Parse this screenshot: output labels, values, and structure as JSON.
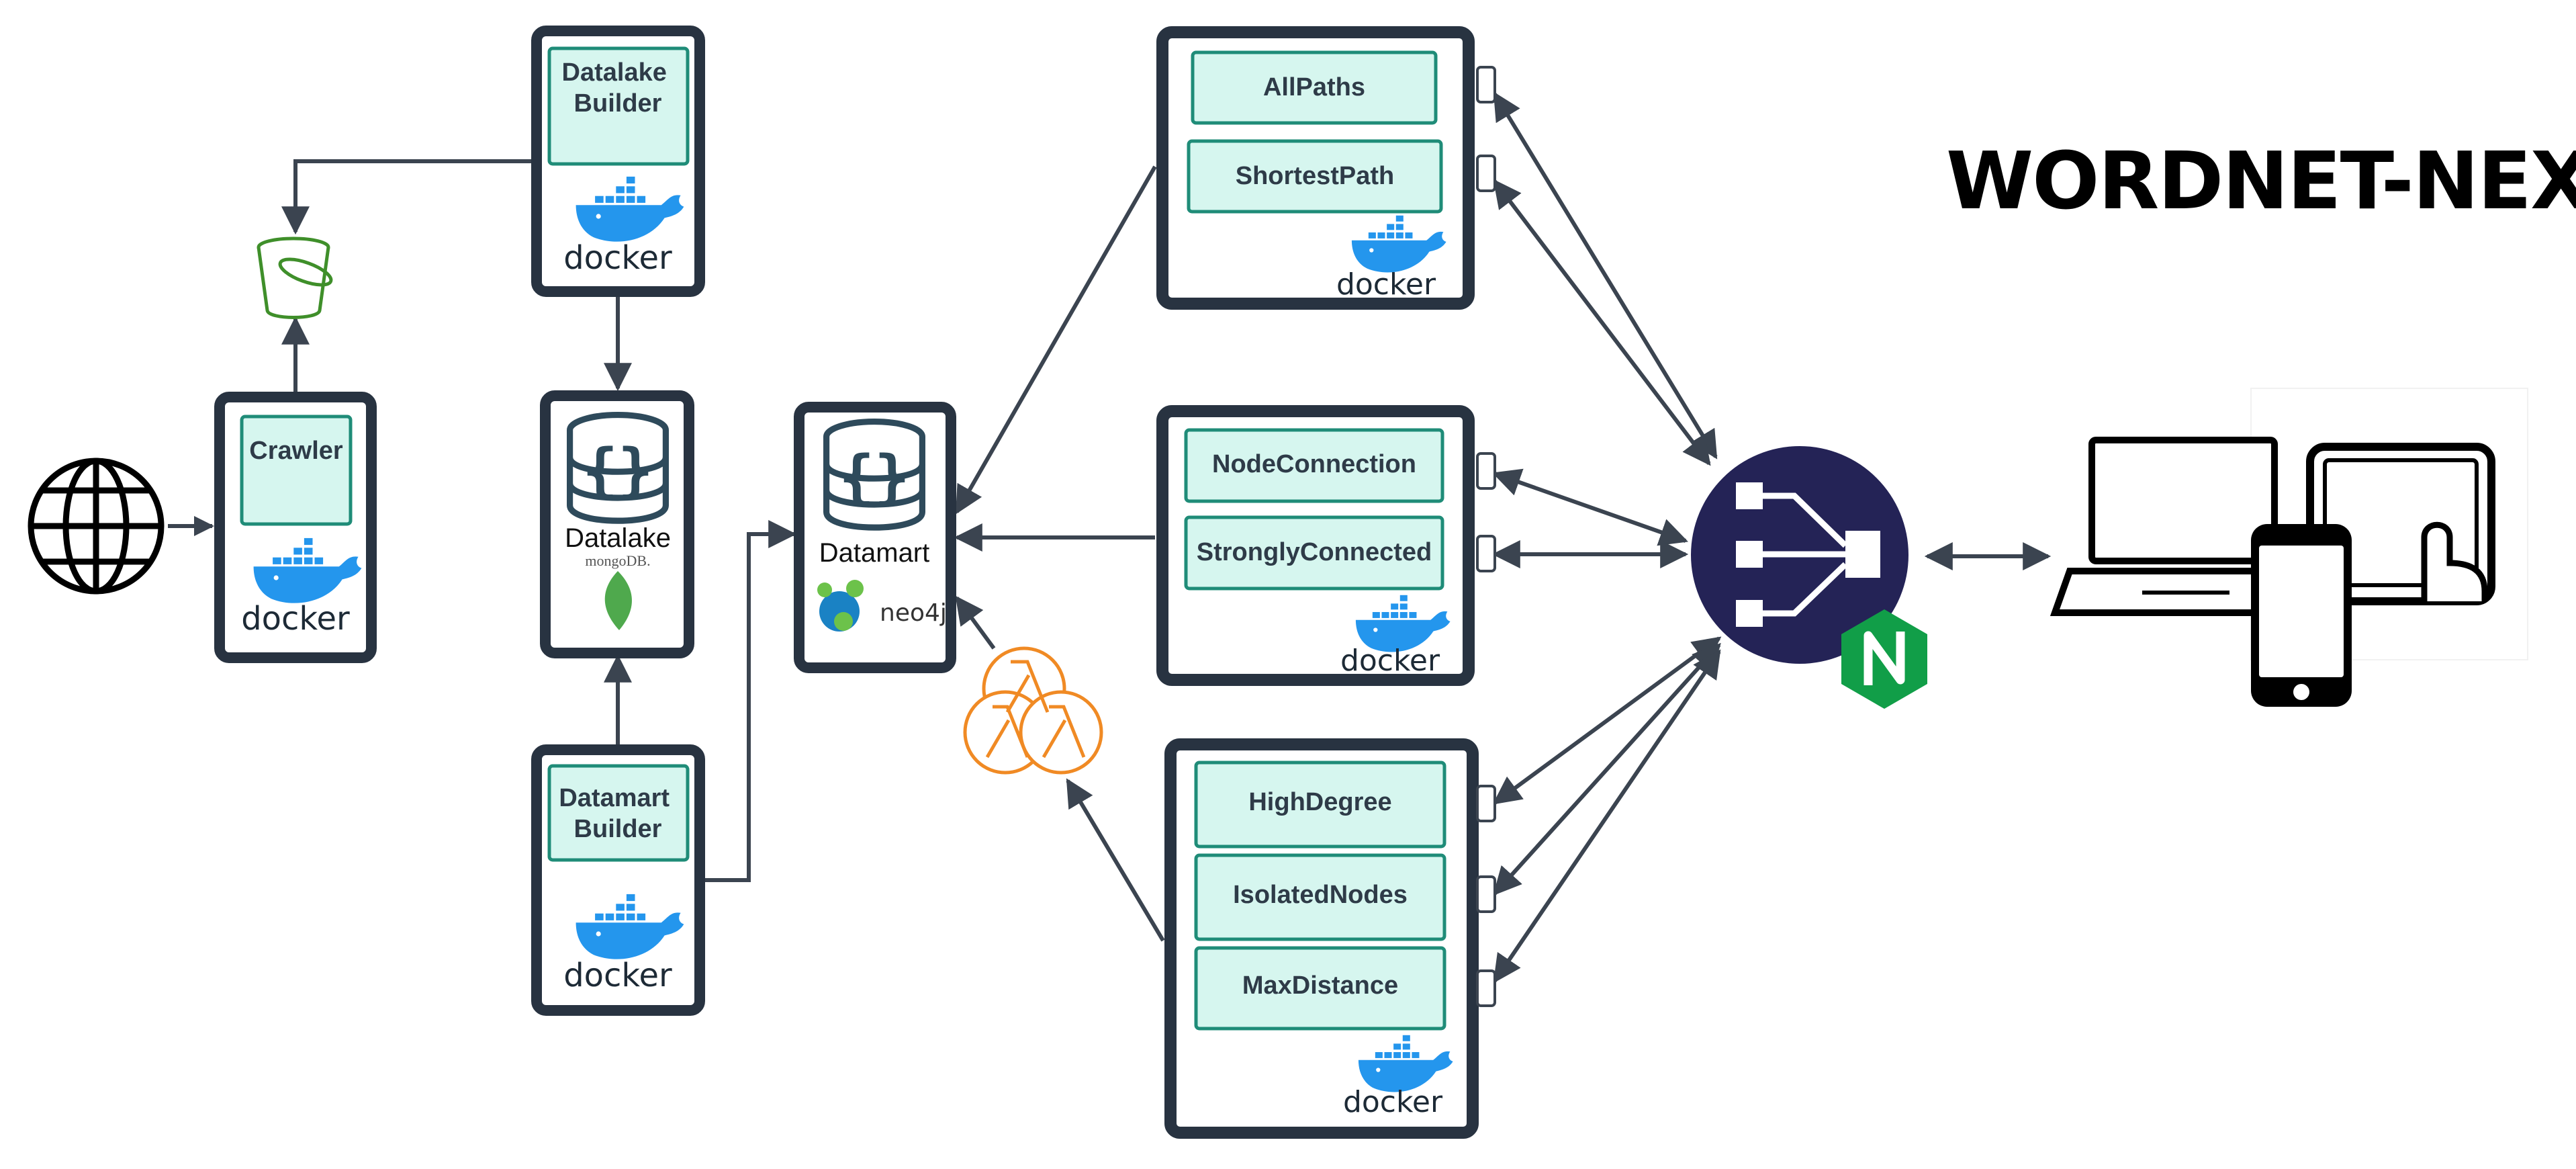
{
  "title": "WORDNET-NEXUS",
  "colors": {
    "frame": "#283341",
    "module_fill": "#d6f6ef",
    "module_border": "#1f8c78",
    "arrow": "#3b4450",
    "docker_blue": "#2496ed",
    "mongo_green": "#4fa94d",
    "neo4j_blue": "#1a82c4",
    "neo4j_green": "#6cc24a",
    "lambda_orange": "#f08a24",
    "bucket_green": "#3f8f2a",
    "balancer_navy": "#242356",
    "nginx_green": "#119e48"
  },
  "icons": {
    "internet": "globe-icon",
    "storage": "bucket-icon",
    "container": "docker-icon",
    "database": "database-icon",
    "mongodb": "mongodb-leaf-icon",
    "neo4j": "neo4j-icon",
    "lambda": "lambda-icon",
    "load_balancer": "load-balancer-icon",
    "nginx": "nginx-icon",
    "clients": [
      "laptop-icon",
      "tablet-icon",
      "smartphone-icon"
    ]
  },
  "components": {
    "crawler": "Crawler",
    "datalake_builder": "Datalake Builder",
    "datalake": "Datalake",
    "mongodb_caption": "mongoDB.",
    "datamart_builder": "Datamart Builder",
    "datamart": "Datamart",
    "neo4j_caption": "neo4j",
    "docker_word": "docker"
  },
  "api_groups": [
    {
      "id": "paths",
      "modules": [
        "AllPaths",
        "ShortestPath"
      ]
    },
    {
      "id": "connectivity",
      "modules": [
        "NodeConnection",
        "StronglyConnected"
      ]
    },
    {
      "id": "metrics",
      "modules": [
        "HighDegree",
        "IsolatedNodes",
        "MaxDistance"
      ]
    }
  ]
}
